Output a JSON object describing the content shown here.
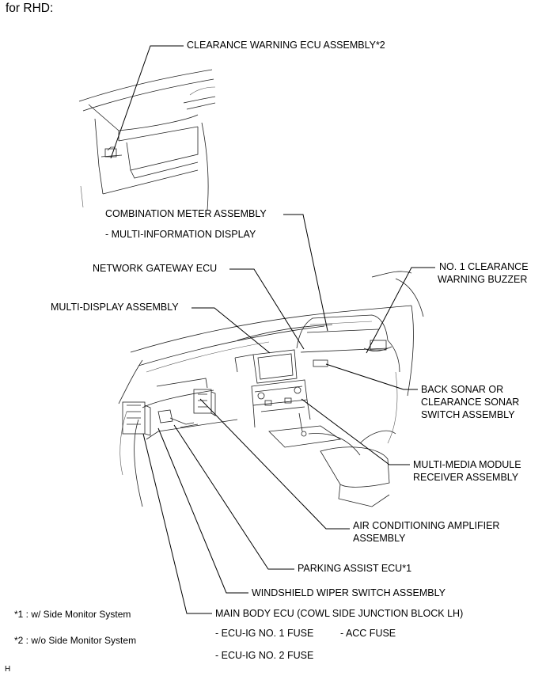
{
  "title": "for RHD:",
  "labels": {
    "clearance_ecu": "CLEARANCE WARNING ECU ASSEMBLY*2",
    "combination_meter": "COMBINATION METER ASSEMBLY",
    "multi_info_display": "- MULTI-INFORMATION DISPLAY",
    "network_gateway": "NETWORK GATEWAY ECU",
    "clearance_buzzer_1": "NO. 1 CLEARANCE",
    "clearance_buzzer_2": "WARNING BUZZER",
    "multi_display": "MULTI-DISPLAY ASSEMBLY",
    "back_sonar_1": "BACK SONAR OR",
    "back_sonar_2": "CLEARANCE SONAR",
    "back_sonar_3": "SWITCH ASSEMBLY",
    "multimedia_1": "MULTI-MEDIA MODULE",
    "multimedia_2": "RECEIVER ASSEMBLY",
    "ac_amp_1": "AIR CONDITIONING AMPLIFIER",
    "ac_amp_2": "ASSEMBLY",
    "parking_assist": "PARKING ASSIST ECU*1",
    "wiper_switch": "WINDSHIELD WIPER SWITCH ASSEMBLY",
    "main_body_ecu": "MAIN BODY ECU (COWL SIDE JUNCTION BLOCK LH)",
    "fuse_ig1": "- ECU-IG NO. 1 FUSE",
    "fuse_acc": "- ACC FUSE",
    "fuse_ig2": "- ECU-IG NO. 2 FUSE"
  },
  "footnotes": {
    "note1": "*1 : w/ Side Monitor System",
    "note2": "*2 : w/o Side Monitor System"
  },
  "corner_mark": "H"
}
